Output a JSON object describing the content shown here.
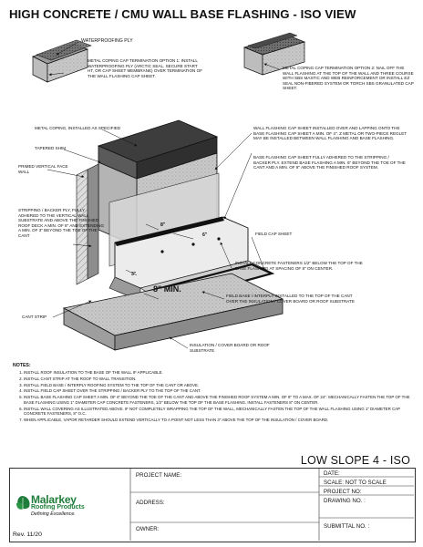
{
  "title": "HIGH CONCRETE / CMU WALL BASE FLASHING - ISO VIEW",
  "callouts": {
    "waterproofing_ply": "WATERPROOFING PLY",
    "coping_option_1": "METAL COPING CAP TERMINATION OPTION 1: INSTALL WATERPROOFING PLY (ARCTIC SEAL, SECURE START HT, OR CAP SHEET MEMBRANE) OVER TERMINATION OF THE WALL FLASHING CAP SHEET.",
    "coping_option_2": "METAL COPING CAP TERMINATION OPTION 2: NAIL OFF THE WALL FLASHING AT THE TOP OF THE WALL AND THREE COURSE WITH SBS MASTIC AND WEB REINFORCEMENT OR INSTALL EZ SEAL NON-FIBERED SYSTEM OR TORCH SBS GRANULATED CAP SHEET.",
    "metal_coping": "METAL COPING, INSTALLED AS SPECIFIED",
    "tapered_shim": "TAPERED SHIM",
    "primed_face": "PRIMED VERTICAL FACE WALL",
    "wall_flashing_cap": "WALL FLASHING CAP SHEET INSTALLED OVER AND LAPPING ONTO THE BASE FLASHING CAP SHEET A MIN. OF 4\". Z METAL OR TWO-PIECE REGLET MAY BE INSTALLED BETWEEN WALL FLASHING AND BASE FLASHING.",
    "base_flashing_cap": "BASE FLASHING CAP SHEET FULLY ADHERED TO THE STRIPPING / BACKER PLY. EXTEND BASE FLASHING A MIN. 6\" BEYOND THE TOE OF THE CANT AND A MIN. OF 8\" ABOVE THE FINISHED ROOF SYSTEM.",
    "stripping_backer": "STRIPPING / BACKER PLY, FULLY ADHERED TO THE VERTICAL WALL SUBSTRATE AND ABOVE THE FINISHED ROOF DECK A MIN. OF 8\" AND EXTENDING A MIN. OF 3\" BEYOND THE TOE OF THE CANT",
    "field_cap": "FIELD CAP SHEET",
    "concrete_fasteners": "INSTALL CONCRETE FASTENERS 1/2\" BELOW THE TOP OF THE BASE FLASHING AT SPACING OF 8\" ON CENTER.",
    "field_base": "FIELD BASE / INTERPLY INSTALLED TO THE TOP OF THE CANT OVER THE INSULATION / COVER BOARD OR ROOF SUBSTRATE",
    "cant_strip": "CANT STRIP",
    "insulation": "INSULATION / COVER BOARD OR ROOF SUBSTRATE",
    "eight_min": "8\" MIN.",
    "dim_8": "8\"",
    "dim_6": "6\"",
    "dim_3": "3\""
  },
  "notes": {
    "heading": "NOTES:",
    "items": [
      "INSTALL ROOF INSULATION TO THE BASE OF THE WALL IF APPLICABLE.",
      "INSTALL CANT STRIP AT THE ROOF TO WALL TRANSITION.",
      "INSTALL FIELD BASE / INTERPLY ROOFING SYSTEM TO THE TOP OF THE CANT OR ABOVE.",
      "INSTALL FIELD CAP SHEET OVER THE STRIPPING / BACKER PLY TO THE TOP OF THE CANT.",
      "INSTALL BASE FLASHING CAP SHEET A MIN. OF 6\" BEYOND THE TOE OF THE CANT AND ABOVE THE FINISHED ROOF SYSTEM A MIN. OF 8\" TO A MAX. OF 24\". MECHANICALLY FASTEN THE TOP OF THE BASE FLASHING USING 1\" DIAMETER CAP CONCRETE FASTENERS, 1/2\" BELOW THE TOP OF THE BASE FLASHING. INSTALL FASTENERS 8\" ON CENTER.",
      "INSTALL WALL COVERING AS ILLUSTRATED ABOVE. IF NOT COMPLETELY WRAPPING THE TOP OF THE WALL, MECHANICALLY FASTEN THE TOP OF THE WALL FLASHING USING 1\" DIAMETER CAP CONCRETE FASTENERS, 8\" O.C.",
      "WHEN APPLICABLE, VAPOR RETARDER SHOULD EXTEND VERTICALLY TO A POINT NOT LESS THAN 3\" ABOVE THE TOP OF THE INSULATION / COVER BOARD."
    ]
  },
  "sheet_title": "LOW SLOPE 4 - ISO",
  "title_block": {
    "project_name": "PROJECT NAME:",
    "address": "ADDRESS:",
    "owner": "OWNER:",
    "date": "DATE:",
    "scale": "SCALE:  NOT TO SCALE",
    "project_no": "PROJECT NO:",
    "drawing_no": "DRAWING NO. :",
    "submittal_no": "SUBMITTAL NO. :",
    "brand": "Malarkey",
    "brand_sub": "Roofing Products",
    "tagline": "Defining Excellence.",
    "revision": "Rev. 11/20"
  },
  "colors": {
    "brand_green": "#1e7d3a",
    "line": "#111111"
  }
}
